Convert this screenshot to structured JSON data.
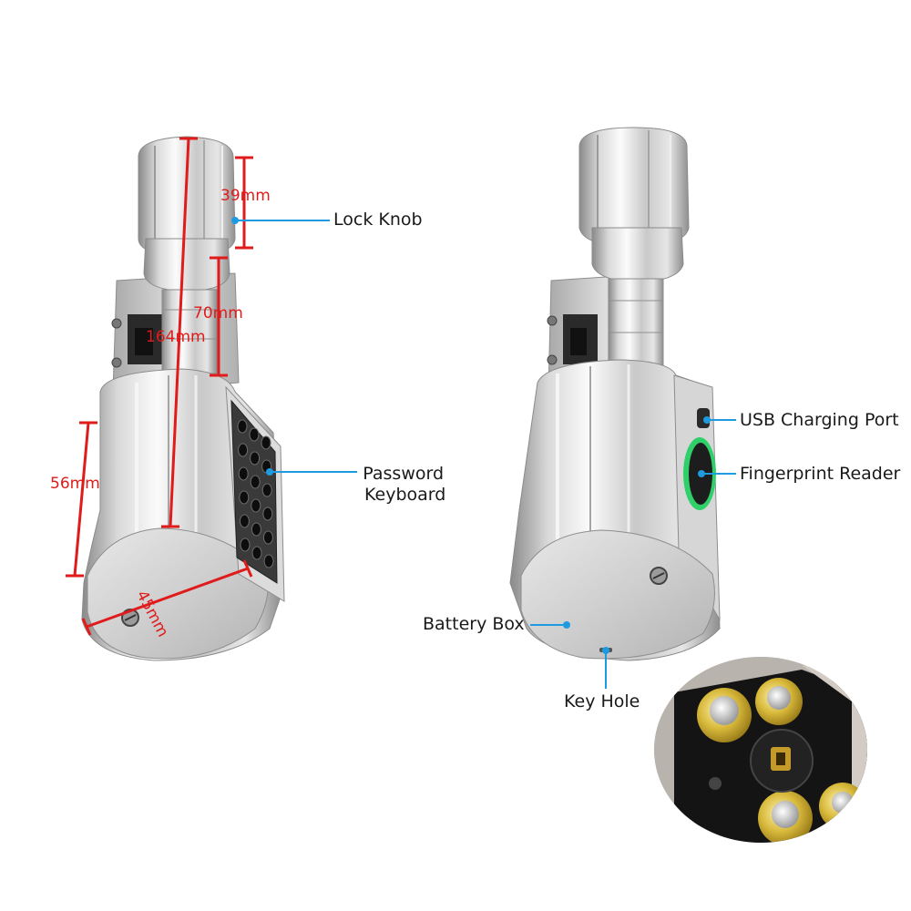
{
  "colors": {
    "dimension_line": "#e01b1b",
    "callout_line": "#1e9be0",
    "metal_light": "#f2f2f2",
    "metal_mid": "#c4c4c4",
    "metal_dark": "#7a7a7a",
    "fingerprint_ring": "#2fd06a",
    "battery_gold": "#d8b93a"
  },
  "dimensions": {
    "knob_height": "39mm",
    "neck_length": "70mm",
    "total_length": "164mm",
    "body_height": "56mm",
    "body_diameter": "45mm"
  },
  "callouts": {
    "lock_knob": "Lock Knob",
    "password_keyboard_line1": "Password",
    "password_keyboard_line2": "Keyboard",
    "usb_charging_port": "USB Charging Port",
    "fingerprint_reader": "Fingerprint Reader",
    "battery_box": "Battery Box",
    "key_hole": "Key Hole"
  },
  "keypad": {
    "rows": 6,
    "columns": 3
  }
}
